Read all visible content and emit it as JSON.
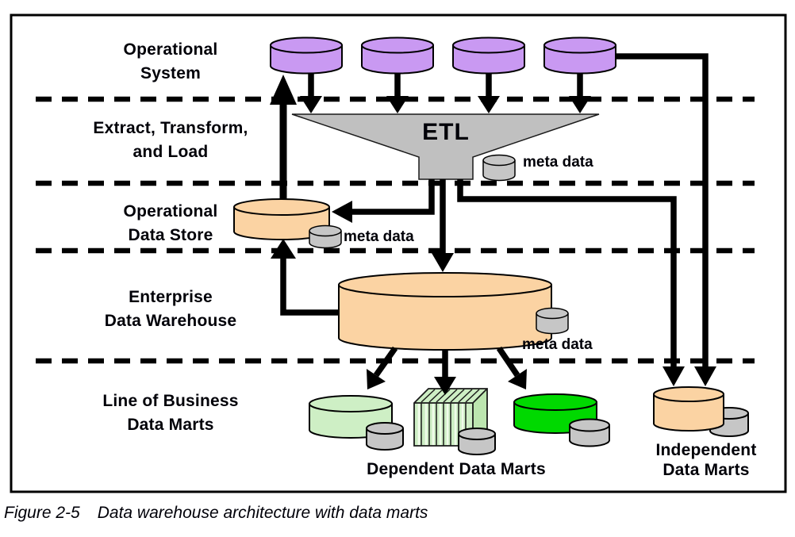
{
  "colors": {
    "operational_db": "#c999f2",
    "warehouse_db": "#fbd3a3",
    "metadata_db": "#c6c6c6",
    "etl_funnel": "#c0c0c0",
    "dependent_mart_light": "#ceefc5",
    "dependent_mart_bright": "#00d900",
    "cube_face": "#cdeec4",
    "cube_side": "#bce5af",
    "independent_mart": "#fbd3a3"
  },
  "layers": [
    {
      "label": "Operational\nSystem"
    },
    {
      "label": "Extract, Transform,\nand Load"
    },
    {
      "label": "Operational\nData Store"
    },
    {
      "label": "Enterprise\nData Warehouse"
    },
    {
      "label": "Line of Business\nData Marts"
    }
  ],
  "etl": {
    "label": "ETL"
  },
  "metadata": {
    "etl_label": "meta data",
    "ods_label": "meta data",
    "edw_label": "meta data"
  },
  "marts": {
    "dependent_label": "Dependent Data Marts",
    "independent_label": "Independent\nData Marts"
  },
  "caption": {
    "number": "Figure 2-5",
    "title": "Data warehouse architecture with data marts"
  }
}
